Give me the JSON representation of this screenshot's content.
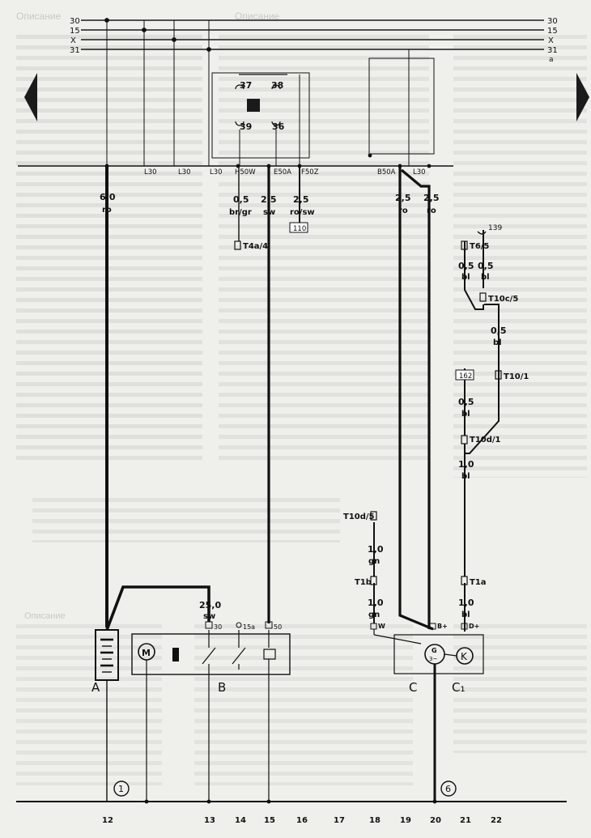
{
  "buses": [
    "30",
    "15",
    "X",
    "31"
  ],
  "bus_sub_label": "a",
  "nav": {
    "prev_icon": "triangle-left-icon",
    "next_icon": "triangle-right-icon"
  },
  "taps": [
    "L30",
    "L30",
    "L30",
    "H50W",
    "E50A",
    "F50Z",
    "B50A",
    "L30"
  ],
  "wires": [
    {
      "size": "6,0",
      "color": "ro"
    },
    {
      "size": "0,5",
      "color": "br/gr"
    },
    {
      "size": "2,5",
      "color": "sw"
    },
    {
      "size": "2,5",
      "color": "ro/sw"
    },
    {
      "size": "2,5",
      "color": "ro"
    },
    {
      "size": "2,5",
      "color": "ro"
    },
    {
      "size": "0,5",
      "color": "bl"
    },
    {
      "size": "0,5",
      "color": "bl"
    },
    {
      "size": "0,5",
      "color": "bl"
    },
    {
      "size": "0,5",
      "color": "bl"
    },
    {
      "size": "1,0",
      "color": "bl"
    },
    {
      "size": "1,0",
      "color": "gn"
    },
    {
      "size": "1,0",
      "color": "gn"
    },
    {
      "size": "25,0",
      "color": "sw"
    },
    {
      "size": "1,0",
      "color": "bl"
    }
  ],
  "relay_terminals": [
    "37",
    "38",
    "39",
    "36"
  ],
  "connectors": [
    "T4a/4",
    "T6/5",
    "T10c/5",
    "T10/1",
    "T10d/1",
    "T10d/5",
    "T1b",
    "T1a"
  ],
  "boxes": [
    "110",
    "162"
  ],
  "junction": "139",
  "starter_pins": [
    "30",
    "15a",
    "50"
  ],
  "alternator_pins": [
    "W",
    "B+",
    "D+"
  ],
  "component_letters": [
    "A",
    "B",
    "C",
    "C₁"
  ],
  "alternator_symbols": {
    "g": "G",
    "tilde": "3~",
    "k": "K"
  },
  "ground_points": [
    "1",
    "6"
  ],
  "positions": [
    "12",
    "13",
    "14",
    "15",
    "16",
    "17",
    "18",
    "19",
    "20",
    "21",
    "22"
  ],
  "ghost_headers": [
    "Описание",
    "Описание",
    "Описание"
  ]
}
